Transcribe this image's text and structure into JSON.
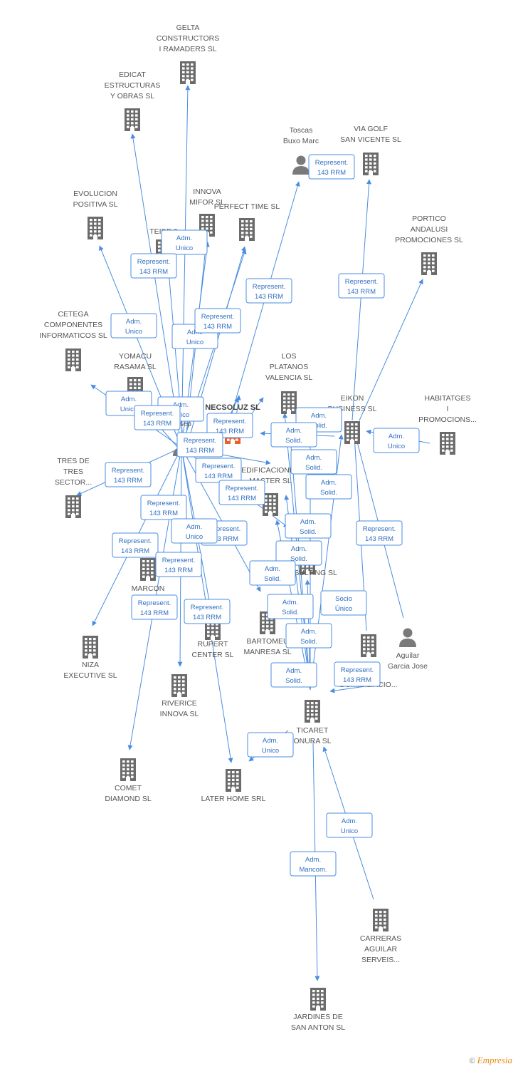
{
  "colors": {
    "edge": "#4a8de0",
    "building": "#6b6b6b",
    "main_building": "#e8612c",
    "person": "#7a7a7a",
    "badge_text": "#2f6fc0"
  },
  "nodes": [
    {
      "id": "gelta",
      "type": "company",
      "lines": [
        "GELTA",
        "CONSTRUCTORS",
        "I RAMADERS SL"
      ]
    },
    {
      "id": "edicat",
      "type": "company",
      "lines": [
        "EDICAT",
        "ESTRUCTURAS",
        "Y OBRAS SL"
      ]
    },
    {
      "id": "toscas",
      "type": "person",
      "lines": [
        "Toscas",
        "Buxo Marc"
      ]
    },
    {
      "id": "viagolf",
      "type": "company",
      "lines": [
        "VIA GOLF",
        "SAN VICENTE SL"
      ]
    },
    {
      "id": "evolucion",
      "type": "company",
      "lines": [
        "EVOLUCION",
        "POSITIVA SL"
      ]
    },
    {
      "id": "innova",
      "type": "company",
      "lines": [
        "INNOVA",
        "MIFOR SL"
      ]
    },
    {
      "id": "perfect",
      "type": "company",
      "lines": [
        "PERFECT TIME SL"
      ]
    },
    {
      "id": "teide",
      "type": "company",
      "lines": [
        "TEIDE 9"
      ]
    },
    {
      "id": "portico",
      "type": "company",
      "lines": [
        "PORTICO",
        "ANDALUSI",
        "PROMOCIONES SL"
      ]
    },
    {
      "id": "cetega",
      "type": "company",
      "lines": [
        "CETEGA",
        "COMPONENTES",
        "INFORMATICOS SL"
      ]
    },
    {
      "id": "yomacu",
      "type": "company",
      "lines": [
        "YOMACU",
        "RASAMA  SL"
      ]
    },
    {
      "id": "platanos",
      "type": "company",
      "lines": [
        "LOS",
        "PLATANOS",
        "VALENCIA SL"
      ]
    },
    {
      "id": "eikon",
      "type": "company",
      "lines": [
        "EIKON",
        "BUSINESS SL"
      ]
    },
    {
      "id": "habitatges",
      "type": "company",
      "lines": [
        "HABITATGES",
        "I",
        "PROMOCIONS..."
      ]
    },
    {
      "id": "necsoluz",
      "type": "main",
      "lines": [
        "NECSOLUZ SL"
      ]
    },
    {
      "id": "josep",
      "type": "person",
      "lines": [
        "Josep"
      ]
    },
    {
      "id": "tres",
      "type": "company",
      "lines": [
        "TRES DE",
        "TRES",
        "SECTOR..."
      ]
    },
    {
      "id": "edificaciones",
      "type": "company",
      "lines": [
        "EDIFICACIONES",
        "MASTER SL"
      ]
    },
    {
      "id": "consulting",
      "type": "company",
      "lines": [
        "CONSULTING SL"
      ]
    },
    {
      "id": "marcon",
      "type": "company",
      "lines": [
        "MARCON",
        "PA..."
      ]
    },
    {
      "id": "niza",
      "type": "company",
      "lines": [
        "NIZA",
        "EXECUTIVE SL"
      ]
    },
    {
      "id": "rupert",
      "type": "company",
      "lines": [
        "RUPERT",
        "CENTER SL"
      ]
    },
    {
      "id": "bartomeu",
      "type": "company",
      "lines": [
        "BARTOMEU",
        "MANRESA SL"
      ]
    },
    {
      "id": "domicilia",
      "type": "company",
      "lines": [
        "DOMICILIACIO..."
      ]
    },
    {
      "id": "aguilar",
      "type": "person",
      "lines": [
        "Aguilar",
        "Garcia Jose"
      ]
    },
    {
      "id": "riverice",
      "type": "company",
      "lines": [
        "RIVERICE",
        "INNOVA SL"
      ]
    },
    {
      "id": "ticaret",
      "type": "company",
      "lines": [
        "TICARET",
        "ONURA SL"
      ]
    },
    {
      "id": "comet",
      "type": "company",
      "lines": [
        "COMET",
        "DIAMOND SL"
      ]
    },
    {
      "id": "laterhome",
      "type": "company",
      "lines": [
        "LATER HOME SRL"
      ]
    },
    {
      "id": "carreras",
      "type": "company",
      "lines": [
        "CARRERAS",
        "AGUILAR",
        "SERVEIS..."
      ]
    },
    {
      "id": "jardines",
      "type": "company",
      "lines": [
        "JARDINES DE",
        "SAN ANTON SL"
      ]
    }
  ],
  "badges": [
    [
      "Adm.",
      "Unico"
    ],
    [
      "Represent.",
      "143 RRM"
    ],
    [
      "Represent.",
      "143 RRM"
    ],
    [
      "Represent.",
      "143 RRM"
    ],
    [
      "Represent.",
      "143 RRM"
    ],
    [
      "Adm.",
      "Unico"
    ],
    [
      "Adm.",
      "Unico"
    ],
    [
      "Represent.",
      "143 RRM"
    ],
    [
      "Adm.",
      "Unico"
    ],
    [
      "Adm.",
      "Unico"
    ],
    [
      "Represent.",
      "143 RRM"
    ],
    [
      "Represent.",
      "143 RRM"
    ],
    [
      "Adm.",
      "Solid."
    ],
    [
      "Adm.",
      "Solid."
    ],
    [
      "Adm.",
      "Unico"
    ],
    [
      "Represent.",
      "143 RRM"
    ],
    [
      "Represent.",
      "143 RRM"
    ],
    [
      "Adm.",
      "Solid."
    ],
    [
      "Adm.",
      "Solid."
    ],
    [
      "Represent.",
      "143 RRM"
    ],
    [
      "Represent.",
      "143 RRM"
    ],
    [
      "Represent.",
      "143 RRM"
    ],
    [
      "Adm.",
      "Solid."
    ],
    [
      "Represent.",
      "143 RRM"
    ],
    [
      "Represent.",
      "143 RRM"
    ],
    [
      "Adm.",
      "Solid."
    ],
    [
      "Represent.",
      "143 RRM"
    ],
    [
      "Represent.",
      "143 RRM"
    ],
    [
      "Represent.",
      "143 RRM"
    ],
    [
      "Adm.",
      "Solid."
    ],
    [
      "Socio",
      "Único"
    ],
    [
      "Represent.",
      "143 RRM"
    ],
    [
      "Adm.",
      "Solid."
    ],
    [
      "Adm.",
      "Solid."
    ],
    [
      "Adm.",
      "Solid."
    ],
    [
      "Represent.",
      "143 RRM"
    ],
    [
      "Adm.",
      "Unico"
    ],
    [
      "Adm.",
      "Unico"
    ],
    [
      "Adm.",
      "Mancom."
    ],
    [
      "Adm.",
      "Unico"
    ]
  ],
  "footer": {
    "copyright": "©",
    "brand": "Empresia"
  }
}
